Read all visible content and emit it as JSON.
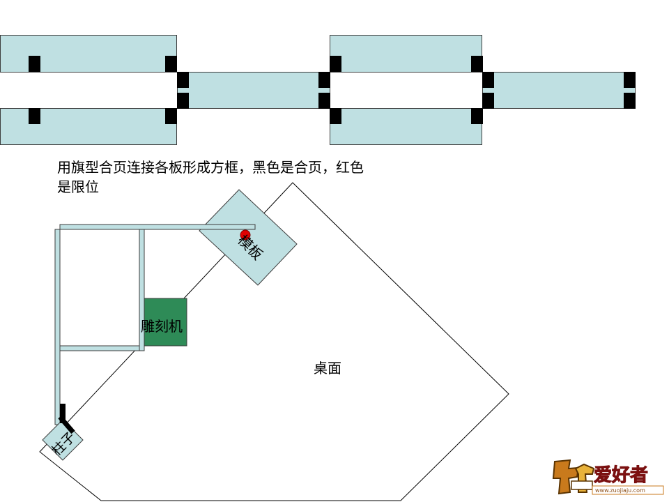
{
  "caption": "用旗型合页连接各板形成方框，黑色是合页，红色是限位",
  "labels": {
    "template": "模板",
    "engraver": "雕刻机",
    "table_top": "桌面",
    "pillar": "柱子"
  },
  "logo": {
    "main_text": "爱好者",
    "url_text": "www.zuojiaju.com"
  },
  "colors": {
    "panel_fill": "#bfe0e2",
    "engraver_fill": "#2e8b57",
    "stopper": "#e00000",
    "hinge": "#000000"
  }
}
